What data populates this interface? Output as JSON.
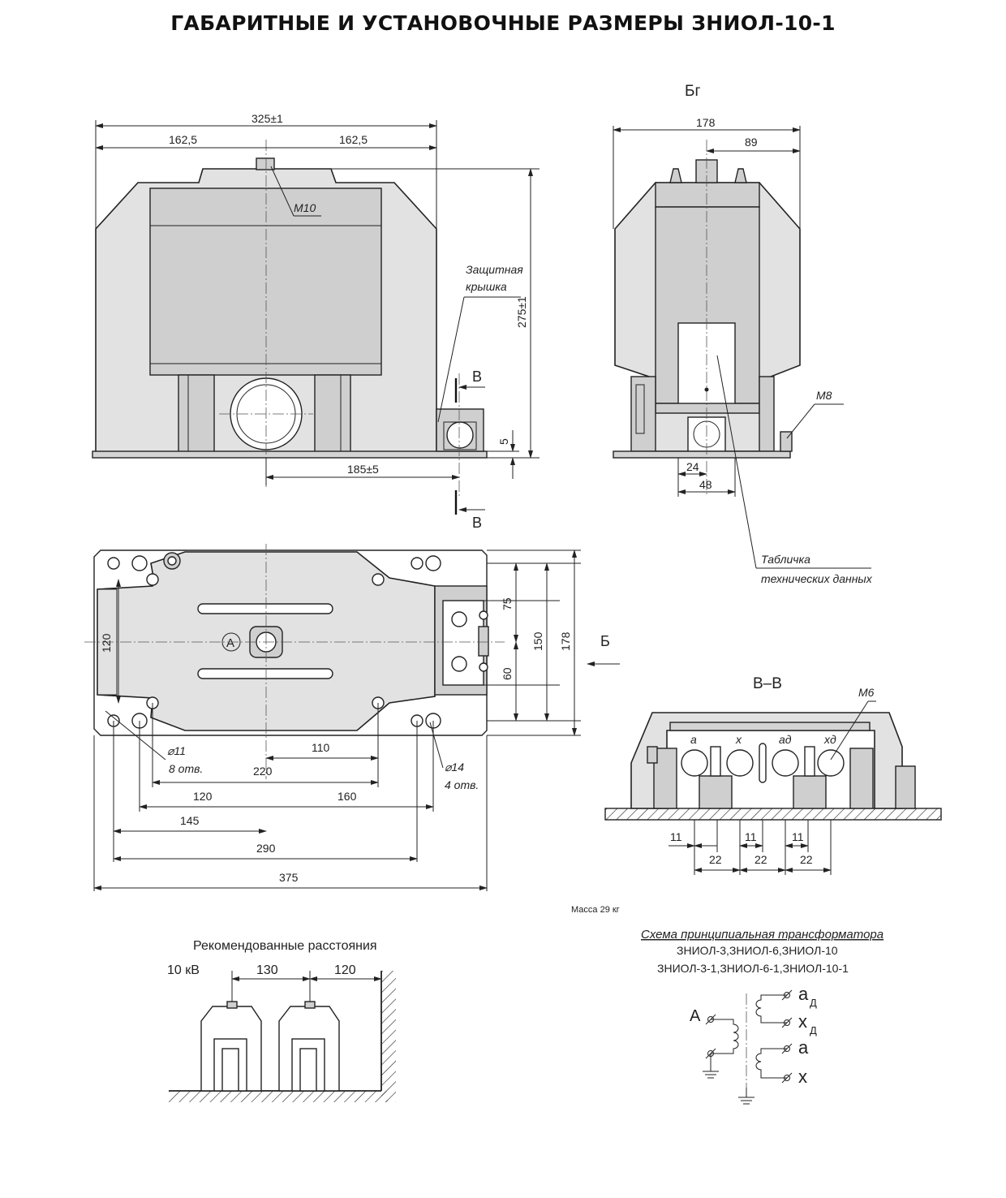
{
  "title": "ГАБАРИТНЫЕ И УСТАНОВОЧНЫЕ РАЗМЕРЫ ЗНИОЛ-10-1",
  "front_view": {
    "dims": {
      "overall": "325±1",
      "half_left": "162,5",
      "half_right": "162,5",
      "height": "275±1",
      "offset": "185±5",
      "gap": "5"
    },
    "thread_label": "М10",
    "cover_label_1": "Защитная",
    "cover_label_2": "крышка",
    "section_mark_top": "В",
    "section_mark_bottom": "В"
  },
  "side_view": {
    "view_label": "Бг",
    "dims": {
      "width": "178",
      "half": "89",
      "d24": "24",
      "d48": "48"
    },
    "thread_label": "М8",
    "plate_label_1": "Табличка",
    "plate_label_2": "технических данных"
  },
  "plan_view": {
    "terminal_mark": "А",
    "view_arrow": "Б",
    "dims": {
      "left_120": "120",
      "d75": "75",
      "d60": "60",
      "d150": "150",
      "d178": "178",
      "d110": "110",
      "d220": "220",
      "d120": "120",
      "d160": "160",
      "d145": "145",
      "d290": "290",
      "d375": "375"
    },
    "hole_small_1": "⌀11",
    "hole_small_2": "8 отв.",
    "hole_large_1": "⌀14",
    "hole_large_2": "4 отв."
  },
  "section_view": {
    "label": "В–В",
    "thread_label": "М6",
    "terminals": [
      "а",
      "х",
      "ад",
      "хд"
    ],
    "dims_11": [
      "11",
      "11",
      "11"
    ],
    "dims_22": [
      "22",
      "22",
      "22"
    ]
  },
  "mass": "Масса 29 кг",
  "recommended": {
    "title": "Рекомендованные расстояния",
    "voltage": "10 кВ",
    "d130": "130",
    "d120": "120"
  },
  "schematic": {
    "title": "Схема принципиальная трансформатора",
    "line2": "ЗНИОЛ-3,ЗНИОЛ-6,ЗНИОЛ-10",
    "line3": "ЗНИОЛ-3-1,ЗНИОЛ-6-1,ЗНИОЛ-10-1",
    "primary": "А",
    "ad": "а",
    "ad_sub": "Д",
    "xd": "х",
    "xd_sub": "Д",
    "a": "а",
    "x": "х"
  }
}
